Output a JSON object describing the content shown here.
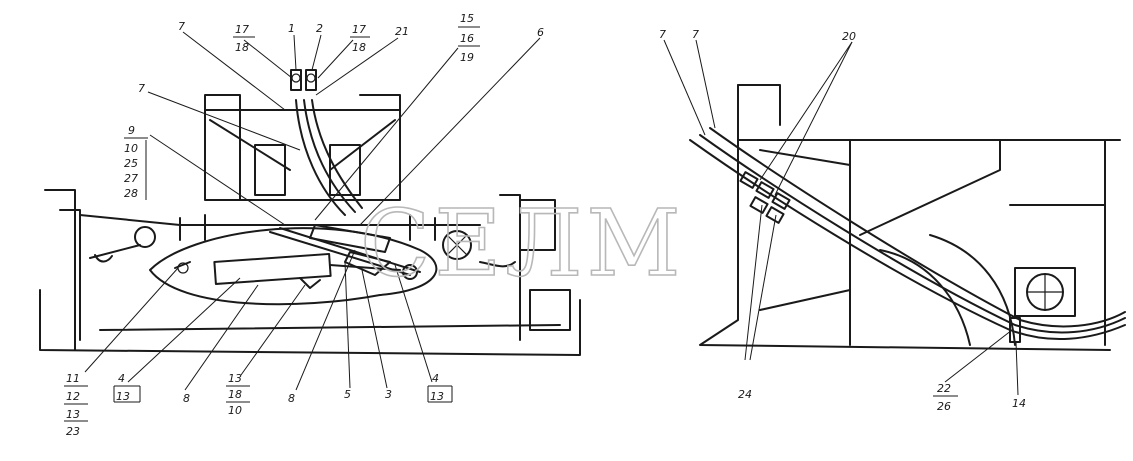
{
  "watermark": "СЕЛМ",
  "callouts": {
    "left": {
      "c7a": "7",
      "c17a": "17",
      "c18a": "18",
      "c1": "1",
      "c2": "2",
      "c17b": "17",
      "c18b": "18",
      "c21": "21",
      "c15": "15",
      "c16": "16",
      "c19": "19",
      "c6": "6",
      "c7b": "7",
      "c9": "9",
      "c10": "10",
      "c25": "25",
      "c27": "27",
      "c28": "28",
      "c11": "11",
      "c12": "12",
      "c13a": "13",
      "c23": "23",
      "c4a": "4",
      "c13b": "13",
      "c8a": "8",
      "c13c": "13",
      "c18c": "18",
      "c10b": "10",
      "c8b": "8",
      "c5": "5",
      "c3": "3",
      "c4b": "4",
      "c13d": "13"
    },
    "right": {
      "c7c": "7",
      "c7d": "7",
      "c20": "20",
      "c24": "24",
      "c22": "22",
      "c26": "26",
      "c14": "14"
    }
  }
}
